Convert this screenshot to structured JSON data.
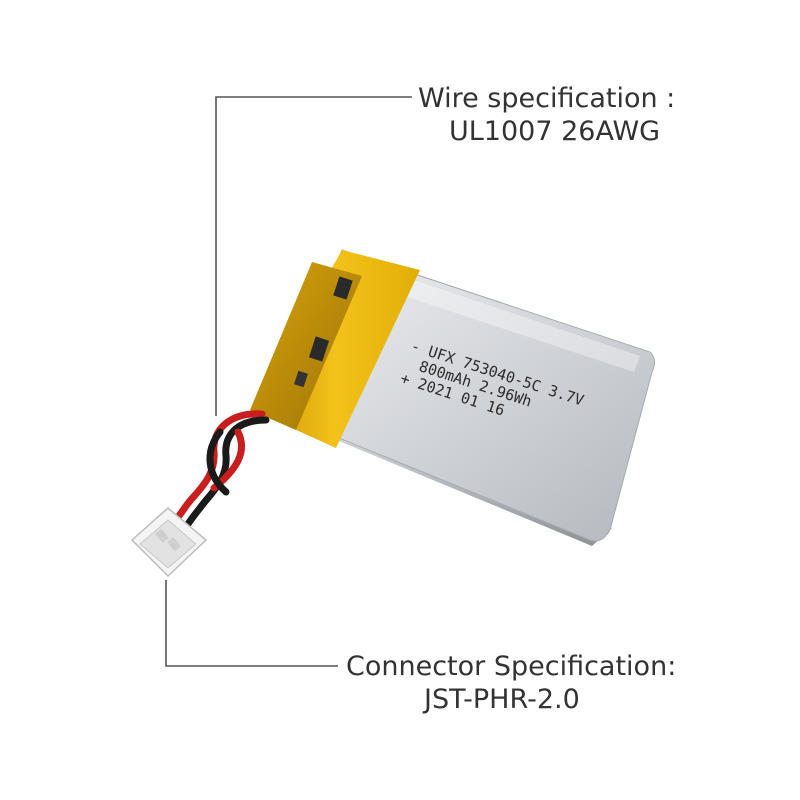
{
  "wire_callout": {
    "line1": "Wire specification :",
    "line2": "UL1007 26AWG"
  },
  "connector_callout": {
    "line1": "Connector Specification:",
    "line2": "JST-PHR-2.0"
  },
  "battery_label": {
    "line1": "- UFX 753040-5C 3.7V",
    "line2": "800mAh 2.96Wh",
    "line3": "+ 2021 01 16"
  },
  "colors": {
    "leader_line": "#555555",
    "text": "#333333",
    "cell_body": "#cfd2d6",
    "kapton_tape": "#e8b400",
    "wire_red": "#c81e1e",
    "wire_black": "#1a1a1a",
    "connector": "#f2f2f2"
  }
}
